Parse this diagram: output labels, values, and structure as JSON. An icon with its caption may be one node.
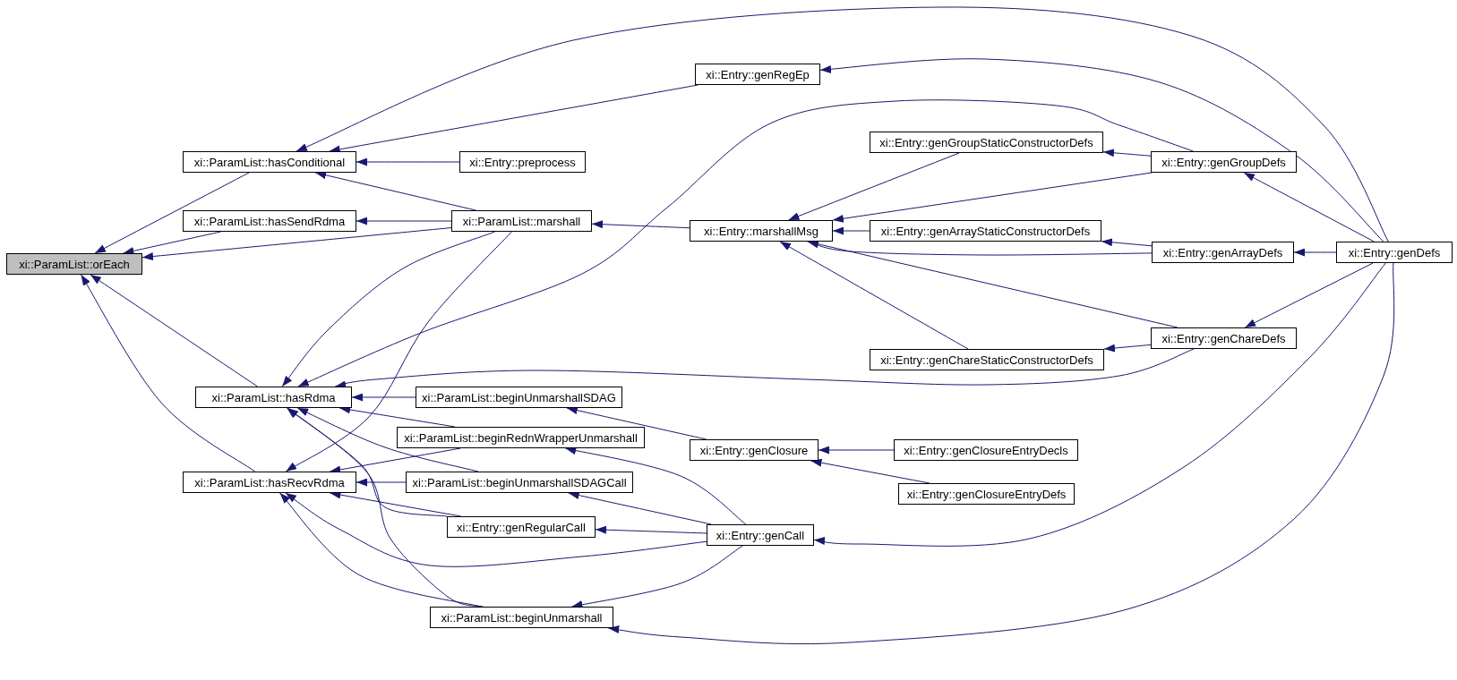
{
  "diagram": {
    "nodes": [
      {
        "text": [
          "xi::ParamList::orEach"
        ]
      },
      {
        "text": [
          "xi::ParamList::hasConditional"
        ]
      },
      {
        "text": [
          "xi::ParamList::hasSendRdma"
        ]
      },
      {
        "text": [
          "xi::ParamList::hasRdma"
        ]
      },
      {
        "text": [
          "xi::ParamList::hasRecvRdma"
        ]
      },
      {
        "text": [
          "xi::Entry::preprocess"
        ]
      },
      {
        "text": [
          "xi::ParamList::marshall"
        ]
      },
      {
        "text": [
          "xi::ParamList::beginUnmarshallSDAG"
        ]
      },
      {
        "text": [
          "xi::ParamList::beginRednWrapperUnmarshall"
        ]
      },
      {
        "text": [
          "xi::ParamList::beginUnmarshallSDAGCall"
        ]
      },
      {
        "text": [
          "xi::Entry::genRegularCall"
        ]
      },
      {
        "text": [
          "xi::ParamList::beginUnmarshall"
        ]
      },
      {
        "text": [
          "xi::Entry::genRegEp"
        ]
      },
      {
        "text": [
          "xi::Entry::marshallMsg"
        ]
      },
      {
        "text": [
          "xi::Entry::genClosure"
        ]
      },
      {
        "text": [
          "xi::Entry::genCall"
        ]
      },
      {
        "text": [
          "xi::Entry::genGroupStaticConstructorDefs"
        ]
      },
      {
        "text": [
          "xi::Entry::genArrayStaticConstructorDefs"
        ]
      },
      {
        "text": [
          "xi::Entry::genChareStaticConstructorDefs"
        ]
      },
      {
        "text": [
          "xi::Entry::genClosureEntryDecls"
        ]
      },
      {
        "text": [
          "xi::Entry::genClosureEntryDefs"
        ]
      },
      {
        "text": [
          "xi::Entry::genGroupDefs"
        ]
      },
      {
        "text": [
          "xi::Entry::genArrayDefs"
        ]
      },
      {
        "text": [
          "xi::Entry::genChareDefs"
        ]
      },
      {
        "text": [
          "xi::Entry::genDefs"
        ]
      }
    ],
    "edges": [
      {
        "from": 1,
        "to": 0,
        "arrow": "to"
      },
      {
        "from": 2,
        "to": 0,
        "arrow": "to"
      },
      {
        "from": 6,
        "to": 0,
        "arrow": "to"
      },
      {
        "from": 3,
        "to": 0,
        "arrow": "to"
      },
      {
        "from": 4,
        "to": 0,
        "arrow": "to"
      },
      {
        "from": 12,
        "to": 1,
        "arrow": "to"
      },
      {
        "from": 24,
        "to": 1,
        "arrow": "to"
      },
      {
        "from": 5,
        "to": 1,
        "arrow": "to"
      },
      {
        "from": 6,
        "to": 1,
        "arrow": "to"
      },
      {
        "from": 6,
        "to": 2,
        "arrow": "to"
      },
      {
        "from": 13,
        "to": 6,
        "arrow": "to"
      },
      {
        "from": 6,
        "to": 3,
        "arrow": "to"
      },
      {
        "from": 21,
        "to": 3,
        "arrow": "to"
      },
      {
        "from": 23,
        "to": 3,
        "arrow": "to"
      },
      {
        "from": 7,
        "to": 3,
        "arrow": "to"
      },
      {
        "from": 8,
        "to": 3,
        "arrow": "to"
      },
      {
        "from": 9,
        "to": 3,
        "arrow": "to"
      },
      {
        "from": 10,
        "to": 3,
        "arrow": "to"
      },
      {
        "from": 11,
        "to": 3,
        "arrow": "to"
      },
      {
        "from": 6,
        "to": 4,
        "arrow": "to"
      },
      {
        "from": 8,
        "to": 4,
        "arrow": "to"
      },
      {
        "from": 9,
        "to": 4,
        "arrow": "to"
      },
      {
        "from": 10,
        "to": 4,
        "arrow": "to"
      },
      {
        "from": 15,
        "to": 4,
        "arrow": "to"
      },
      {
        "from": 11,
        "to": 4,
        "arrow": "to"
      },
      {
        "from": 14,
        "to": 7,
        "arrow": "to"
      },
      {
        "from": 15,
        "to": 8,
        "arrow": "to"
      },
      {
        "from": 15,
        "to": 9,
        "arrow": "to"
      },
      {
        "from": 15,
        "to": 10,
        "arrow": "to"
      },
      {
        "from": 15,
        "to": 11,
        "arrow": "to"
      },
      {
        "from": 24,
        "to": 11,
        "arrow": "to"
      },
      {
        "from": 24,
        "to": 12,
        "arrow": "to"
      },
      {
        "from": 16,
        "to": 13,
        "arrow": "to"
      },
      {
        "from": 21,
        "to": 13,
        "arrow": "to"
      },
      {
        "from": 17,
        "to": 13,
        "arrow": "to"
      },
      {
        "from": 22,
        "to": 13,
        "arrow": "to"
      },
      {
        "from": 23,
        "to": 13,
        "arrow": "to"
      },
      {
        "from": 18,
        "to": 13,
        "arrow": "to"
      },
      {
        "from": 21,
        "to": 16,
        "arrow": "to"
      },
      {
        "from": 22,
        "to": 17,
        "arrow": "to"
      },
      {
        "from": 23,
        "to": 18,
        "arrow": "to"
      },
      {
        "from": 19,
        "to": 14,
        "arrow": "to"
      },
      {
        "from": 20,
        "to": 14,
        "arrow": "to"
      },
      {
        "from": 24,
        "to": 15,
        "arrow": "to"
      },
      {
        "from": 24,
        "to": 21,
        "arrow": "to"
      },
      {
        "from": 24,
        "to": 22,
        "arrow": "to"
      },
      {
        "from": 24,
        "to": 23,
        "arrow": "to"
      }
    ]
  }
}
